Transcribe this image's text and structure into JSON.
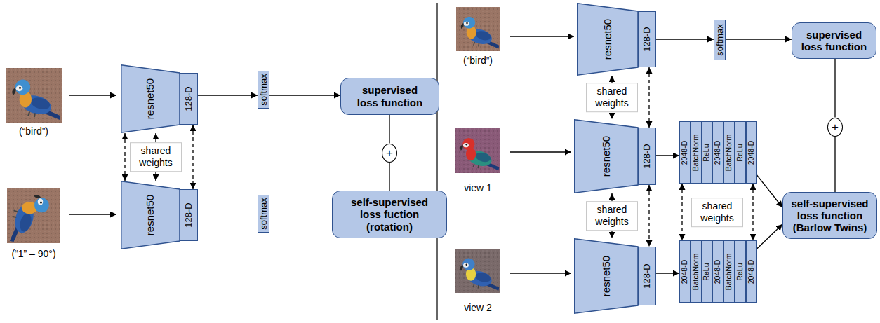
{
  "diagram": {
    "nodes": [
      {
        "text": [
          "resnet50"
        ]
      },
      {
        "text": [
          "128-D"
        ],
        "in": 0
      },
      {
        "text": [
          "softmax"
        ]
      },
      {
        "text": [
          "supervised loss function"
        ]
      },
      {
        "text": [
          "+"
        ]
      },
      {
        "text": [
          "resnet50"
        ]
      },
      {
        "text": [
          "128-D"
        ],
        "in": 5
      },
      {
        "text": [
          "softmax"
        ]
      },
      {
        "text": [
          "self-supervised loss fuction (rotation)"
        ]
      },
      {
        "text": [
          "resnet50"
        ]
      },
      {
        "text": [
          "128-D"
        ],
        "in": 9
      },
      {
        "text": [
          "softmax"
        ]
      },
      {
        "text": [
          "supervised loss function"
        ]
      },
      {
        "text": [
          "+"
        ]
      },
      {
        "text": [
          "resnet50"
        ]
      },
      {
        "text": [
          "128-D"
        ],
        "in": 14
      },
      {
        "text": [
          "2048-D"
        ]
      },
      {
        "text": [
          "BatchNorm"
        ]
      },
      {
        "text": [
          "ReLu"
        ]
      },
      {
        "text": [
          "2048-D"
        ]
      },
      {
        "text": [
          "BatchNorm"
        ]
      },
      {
        "text": [
          "ReLu"
        ]
      },
      {
        "text": [
          "2048-D"
        ]
      },
      {
        "text": [
          "self-supervised loss function (Barlow Twins)"
        ]
      },
      {
        "text": [
          "resnet50"
        ]
      },
      {
        "text": [
          "128-D"
        ],
        "in": 24
      },
      {
        "text": [
          "2048-D"
        ]
      },
      {
        "text": [
          "BatchNorm"
        ]
      },
      {
        "text": [
          "ReLu"
        ]
      },
      {
        "text": [
          "2048-D"
        ]
      },
      {
        "text": [
          "BatchNorm"
        ]
      },
      {
        "text": [
          "ReLu"
        ]
      },
      {
        "text": [
          "2048-D"
        ]
      }
    ],
    "edges": [
      {
        "from": 1,
        "to": 2,
        "arrow": "to"
      },
      {
        "from": 2,
        "to": 3,
        "arrow": "to"
      },
      {
        "from": 3,
        "to": 4,
        "arrow": "none"
      },
      {
        "from": 4,
        "to": 8,
        "arrow": "none"
      },
      {
        "from": 0,
        "to": 5,
        "arrow": "both"
      },
      {
        "from": 0,
        "to": 5,
        "label": "shared weights",
        "arrow": "both"
      },
      {
        "from": 1,
        "to": 6,
        "arrow": "both"
      },
      {
        "from": 10,
        "to": 11,
        "arrow": "to"
      },
      {
        "from": 11,
        "to": 12,
        "arrow": "to"
      },
      {
        "from": 12,
        "to": 13,
        "arrow": "none"
      },
      {
        "from": 13,
        "to": 23,
        "arrow": "none"
      },
      {
        "from": 9,
        "to": 14,
        "label": "shared weights",
        "arrow": "both"
      },
      {
        "from": 10,
        "to": 15,
        "arrow": "both"
      },
      {
        "from": 14,
        "to": 24,
        "label": "shared weights",
        "arrow": "both"
      },
      {
        "from": 15,
        "to": 25,
        "arrow": "both"
      },
      {
        "from": 15,
        "to": 16,
        "arrow": "to"
      },
      {
        "from": 25,
        "to": 26,
        "arrow": "to"
      },
      {
        "from": 22,
        "to": 23,
        "arrow": "to"
      },
      {
        "from": 32,
        "to": 23,
        "arrow": "to"
      },
      {
        "from": 16,
        "to": 26,
        "arrow": "both"
      },
      {
        "from": 22,
        "to": 32,
        "arrow": "both"
      }
    ],
    "labels": [
      "(“bird”)",
      "(“1” – 90°)",
      "(“bird”)",
      "view 1",
      "view 2",
      "shared weights"
    ]
  }
}
